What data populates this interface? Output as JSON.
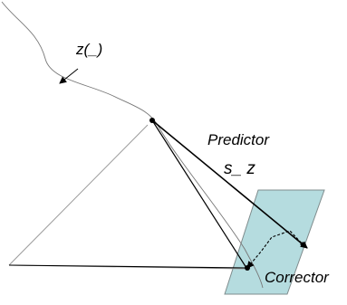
{
  "labels": {
    "curve": "z(_)",
    "predictor": "Predictor",
    "step": "s_ z",
    "corrector": "Corrector"
  },
  "colors": {
    "plane_fill": "#b5dcdf",
    "plane_stroke": "#7f8c8d",
    "line": "#000000",
    "curve": "#777777"
  }
}
